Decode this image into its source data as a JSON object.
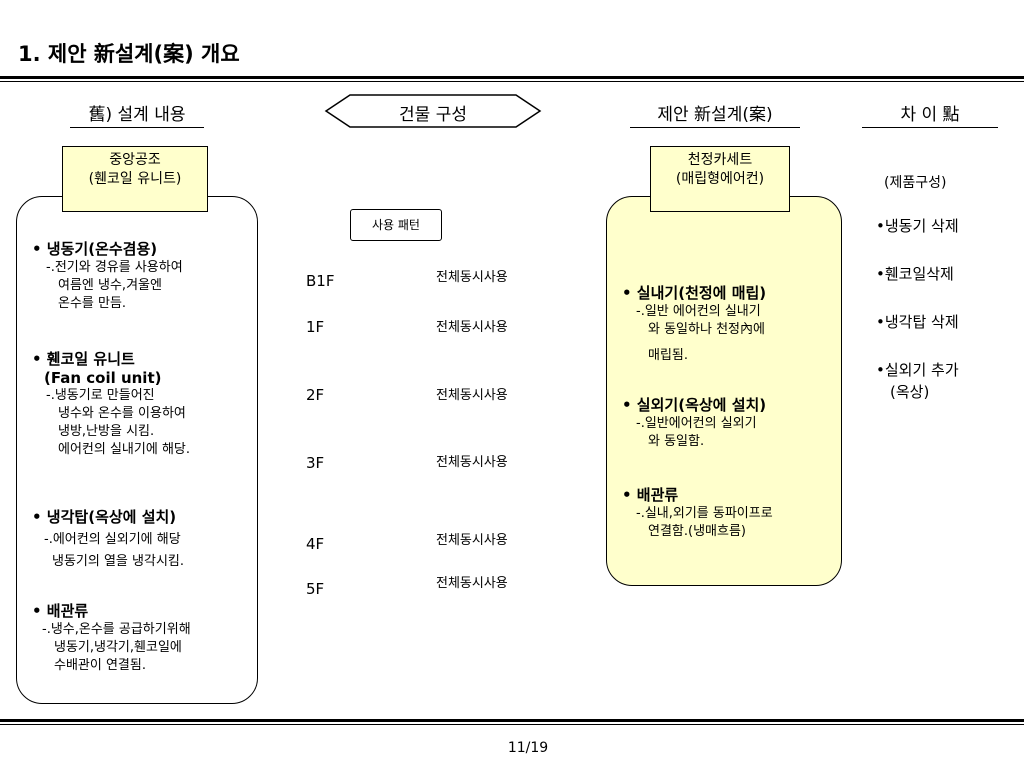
{
  "title": "1. 제안 新설계(案) 개요",
  "headers": {
    "old_design": "舊) 설계 내용",
    "building": "건물 구성",
    "new_design": "제안 新설계(案)",
    "difference": "차 이 點"
  },
  "left": {
    "label_line1": "중앙공조",
    "label_line2": "(휀코일 유니트)",
    "items": [
      {
        "title": "• 냉동기(온수겸용)",
        "lines": [
          "-.전기와 경유를 사용하여",
          "여름엔 냉수,겨울엔",
          "온수를 만듬."
        ]
      },
      {
        "title": "• 휀코일 유니트",
        "subtitle": "(Fan coil unit)",
        "lines": [
          "-.냉동기로 만들어진",
          "냉수와 온수를 이용하여",
          "냉방,난방을 시킴.",
          "에어컨의 실내기에 해당."
        ]
      },
      {
        "title": "• 냉각탑(옥상에 설치)",
        "lines": [
          "-.에어컨의 실외기에 해당",
          "냉동기의 열을 냉각시킴."
        ]
      },
      {
        "title": "• 배관류",
        "lines": [
          "-.냉수,온수를 공급하기위해",
          "냉동기,냉각기,휀코일에",
          "수배관이 연결됨."
        ]
      }
    ]
  },
  "middle": {
    "usage_label": "사용 패턴",
    "floors": [
      {
        "name": "B1F",
        "usage": "전체동시사용"
      },
      {
        "name": "1F",
        "usage": "전체동시사용"
      },
      {
        "name": "2F",
        "usage": "전체동시사용"
      },
      {
        "name": "3F",
        "usage": "전체동시사용"
      },
      {
        "name": "4F",
        "usage": "전체동시사용"
      },
      {
        "name": "5F",
        "usage": "전체동시사용"
      }
    ]
  },
  "right": {
    "label_line1": "천정카세트",
    "label_line2": "(매립형에어컨)",
    "items": [
      {
        "title": "• 실내기(천정에 매립)",
        "lines": [
          "-.일반 에어컨의 실내기",
          "와  동일하나 천정內에",
          "매립됨."
        ]
      },
      {
        "title": "• 실외기(옥상에 설치)",
        "lines": [
          "-.일반에어컨의 실외기",
          "와  동일함."
        ]
      },
      {
        "title": "• 배관류",
        "lines": [
          "-.실내,외기를 동파이프로",
          "연결함.(냉매흐름)"
        ]
      }
    ]
  },
  "diff": {
    "heading": "(제품구성)",
    "items": [
      "•냉동기 삭제",
      "•휀코일삭제",
      "•냉각탑 삭제",
      "•실외기 추가",
      "(옥상)"
    ]
  },
  "page_number": "11/19"
}
